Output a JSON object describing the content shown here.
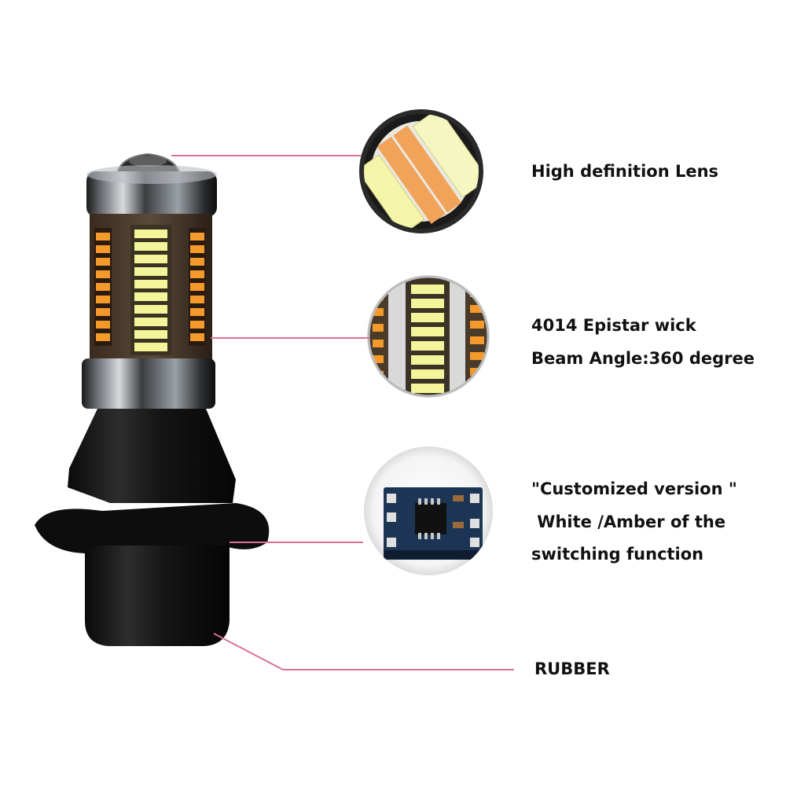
{
  "colors": {
    "callout_line": "#d9738f",
    "label_text": "#111111",
    "amber_led": "#f39a2b",
    "white_led": "#f4f59a",
    "housing": "#151515",
    "chrome": "#8f9499",
    "pcb_blue": "#1d3555"
  },
  "callouts": {
    "lens": {
      "text": "High definition Lens"
    },
    "wick": {
      "line1": "4014 Epistar wick",
      "line2": "Beam Angle:360 degree"
    },
    "pcb": {
      "line1": "\"Customized version \"",
      "line2": " White /Amber of the",
      "line3": "switching function"
    },
    "rubber": {
      "text": "RUBBER"
    }
  }
}
